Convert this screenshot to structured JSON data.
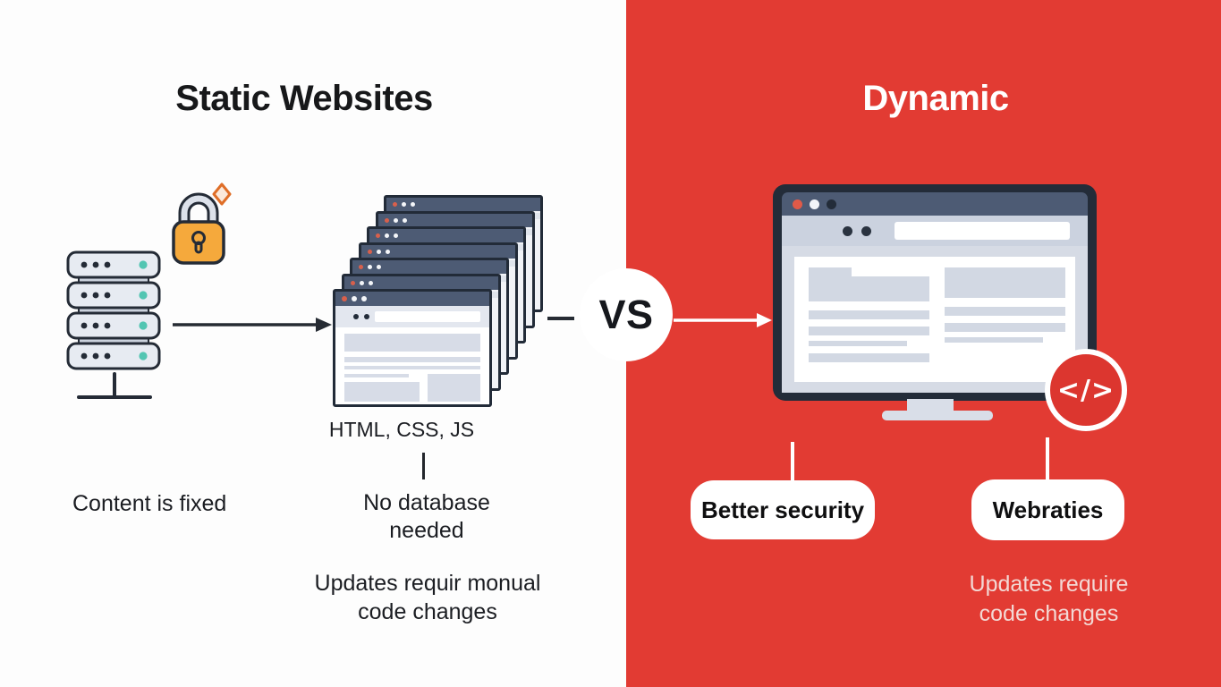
{
  "left_panel": {
    "title": "Static Websites",
    "tech_label": "HTML, CSS, JS",
    "caption_content_fixed": "Content is fixed",
    "caption_no_database": "No database\nneeded",
    "caption_updates": "Updates requir monual\ncode changes",
    "icons": [
      "server-stack-icon",
      "padlock-icon",
      "sparkle-icon",
      "browser-window-stack"
    ]
  },
  "divider": {
    "vs_label": "VS"
  },
  "right_panel": {
    "title": "Dynamic",
    "pills": [
      {
        "label": "Better security"
      },
      {
        "label": "Webraties"
      }
    ],
    "caption_updates": "Updates require\ncode changes",
    "code_badge_glyph": "</>",
    "icons": [
      "monitor-illustration",
      "code-badge-icon"
    ]
  },
  "colors": {
    "right_background": "#E23B33",
    "frame_navy": "#232C39",
    "window_header_blue": "#4D5B74",
    "content_block_gray": "#D2D8E3",
    "server_teal": "#52C5B2",
    "lock_orange": "#F5A93C",
    "sparkle_orange": "#DF6E28",
    "caption_pink_white": "#F3D8D4",
    "text_dark": "#1B1D22",
    "badge_red": "#DC362F"
  }
}
